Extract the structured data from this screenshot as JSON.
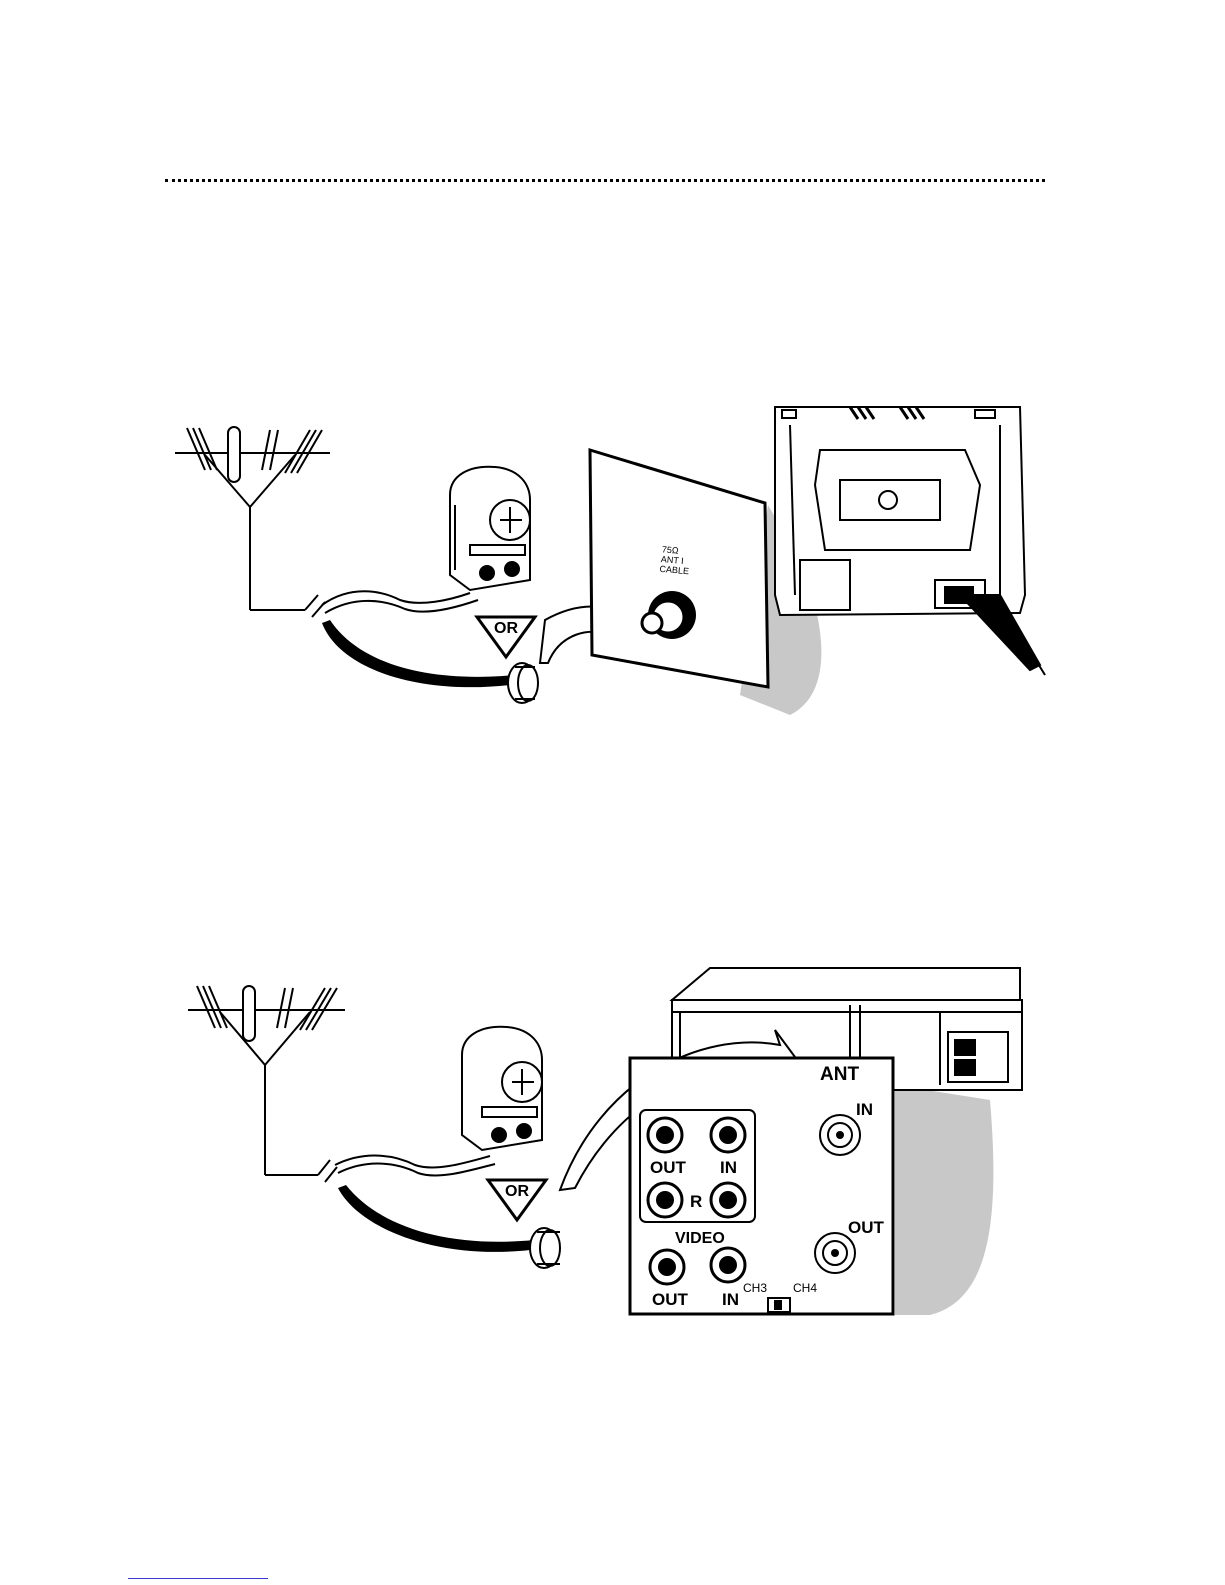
{
  "figure_top": {
    "or_label": "OR"
  },
  "figure_bottom": {
    "or_label": "OR",
    "panel": {
      "ant_label": "ANT",
      "ant_in_label": "IN",
      "ant_out_label": "OUT",
      "audio_out_label": "OUT",
      "audio_in_label": "IN",
      "r_label": "R",
      "video_label": "VIDEO",
      "video_out_label": "OUT",
      "video_in_label": "IN",
      "ch3_label": "CH3",
      "ch4_label": "CH4"
    }
  },
  "colors": {
    "ink": "#000000",
    "shadow": "#c8c8c8",
    "paper": "#ffffff",
    "footer_line": "#3a3ad0"
  }
}
